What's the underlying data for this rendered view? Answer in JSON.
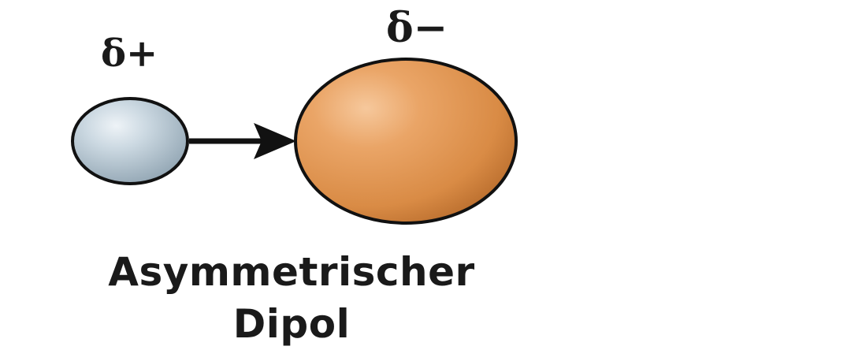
{
  "diagram": {
    "small_atom_charge": "δ+",
    "large_atom_charge": "δ−",
    "caption_line1": "Asymmetrischer",
    "caption_line2": "Dipol"
  },
  "colors": {
    "small_atom_fill": "#bcccd6",
    "large_atom_fill": "#e39a55",
    "outline": "#111111",
    "arrow": "#111111",
    "text": "#1a1a1a"
  }
}
